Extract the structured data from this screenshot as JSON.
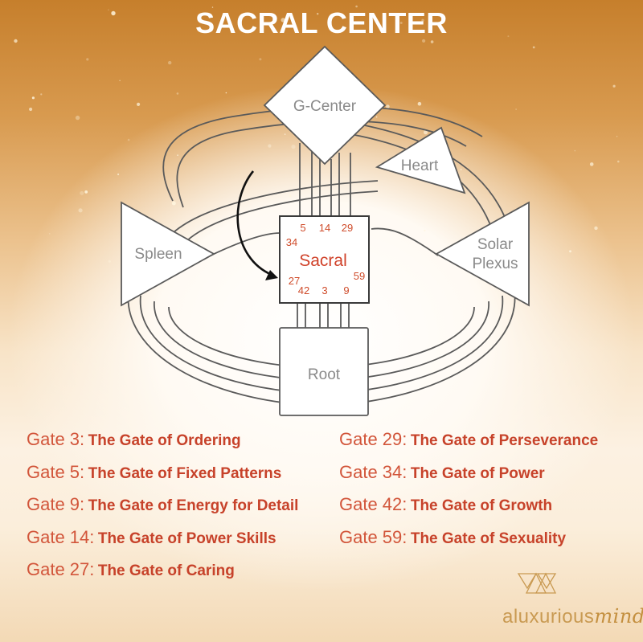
{
  "title": "SACRAL CENTER",
  "centers": {
    "g_center": "G-Center",
    "heart": "Heart",
    "spleen": "Spleen",
    "solar_plexus_line1": "Solar",
    "solar_plexus_line2": "Plexus",
    "sacral": "Sacral",
    "root": "Root"
  },
  "sacral_gate_numbers": {
    "g5": "5",
    "g14": "14",
    "g29": "29",
    "g34": "34",
    "g27": "27",
    "g59": "59",
    "g42": "42",
    "g3": "3",
    "g9": "9"
  },
  "gates_left": [
    {
      "label": "Gate 3:",
      "name": "The Gate of Ordering"
    },
    {
      "label": "Gate 5:",
      "name": "The Gate of Fixed Patterns"
    },
    {
      "label": "Gate 9:",
      "name": "The Gate of Energy for Detail"
    },
    {
      "label": "Gate 14:",
      "name": "The Gate of Power Skills"
    },
    {
      "label": "Gate 27:",
      "name": "The Gate of Caring"
    }
  ],
  "gates_right": [
    {
      "label": "Gate 29:",
      "name": "The Gate of Perseverance"
    },
    {
      "label": "Gate 34:",
      "name": "The Gate of Power"
    },
    {
      "label": "Gate 42:",
      "name": "The Gate of Growth"
    },
    {
      "label": "Gate 59:",
      "name": "The Gate of Sexuality"
    }
  ],
  "brand": {
    "text_plain": "aluxurious",
    "text_script": "mind"
  },
  "colors": {
    "accent": "#d0422a",
    "gold": "#c99a52",
    "line": "#5a5a5a"
  }
}
